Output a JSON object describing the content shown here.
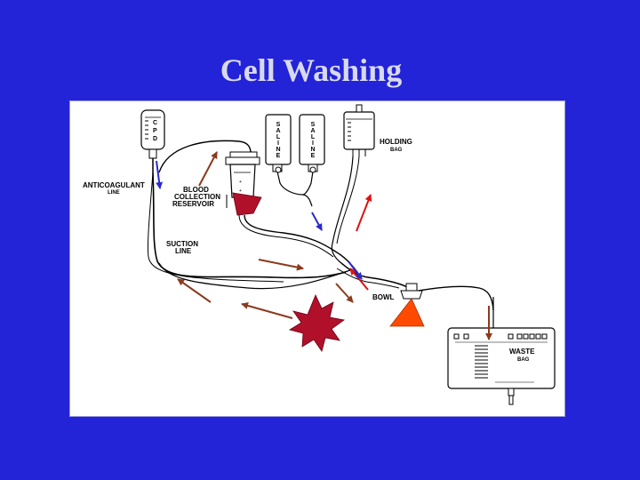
{
  "slide": {
    "title": "Cell Washing",
    "background_color": "#2323d8",
    "title_color": "#d9d9ee"
  },
  "diagram": {
    "labels": {
      "anticoagulant_line": [
        "ANTICOAGULANT",
        "LINE"
      ],
      "blood_collection_reservoir": [
        "BLOOD",
        "COLLECTION",
        "RESERVOIR"
      ],
      "suction_line": [
        "SUCTION",
        "LINE"
      ],
      "holding_bag": [
        "HOLDING",
        "BAG"
      ],
      "bowl": "BOWL",
      "waste_bag": [
        "WASTE",
        "BAG"
      ],
      "saline_bag_letters": [
        "S",
        "A",
        "L",
        "I",
        "N",
        "E"
      ],
      "cpd_letters": [
        "C",
        "P",
        "D"
      ]
    },
    "colors": {
      "arrow_brown": "#8b3a1e",
      "arrow_red": "#e01010",
      "arrow_blue": "#2a2ad0",
      "clot_fill": "#b0102a",
      "bowl_fill": "#ff4a00",
      "reservoir_fill": "#b0102a"
    },
    "icons": [
      "anticoagulant-bag-icon",
      "saline-bag-icon",
      "holding-bag-icon",
      "reservoir-icon",
      "bowl-icon",
      "waste-bag-icon",
      "clot-starburst-icon"
    ]
  }
}
